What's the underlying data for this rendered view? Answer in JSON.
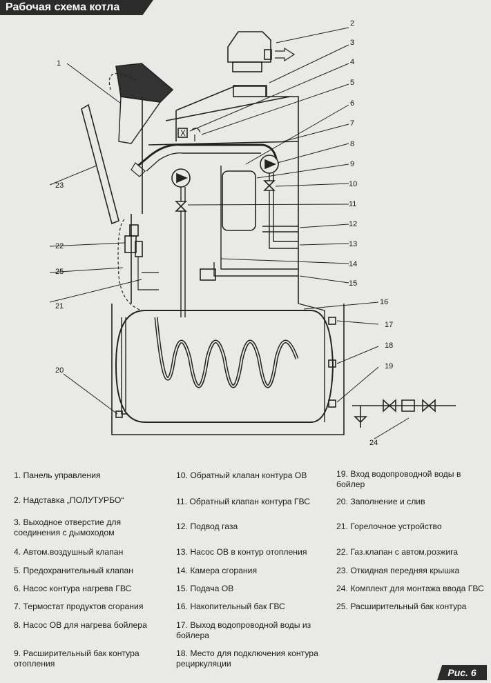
{
  "header": {
    "title": "Рабочая схема котла"
  },
  "figure_label": "Рис. 6",
  "callouts": [
    "1",
    "2",
    "3",
    "4",
    "5",
    "6",
    "7",
    "8",
    "9",
    "10",
    "11",
    "12",
    "13",
    "14",
    "15",
    "16",
    "17",
    "18",
    "19",
    "20",
    "21",
    "22",
    "23",
    "24",
    "25"
  ],
  "legend": {
    "col1": [
      "1. Панель управления",
      "2. Надставка „ПОЛУТУРБО“",
      "3. Выходное отверстие для соединения с дымоходом",
      "4. Автом.воздушный клапан",
      "5. Предохранительный клапан",
      "6. Насос контура нагрева ГВС",
      "7. Термостат продуктов сгорания",
      "8. Насос ОВ для нагрева бойлера",
      "9. Расширительный бак контура отопления"
    ],
    "col2": [
      "10. Обратный клапан контура ОВ",
      "11. Обратный клапан контура ГВС",
      "12. Подвод газа",
      "13. Насос ОВ в контур отопления",
      "14. Камера сгорания",
      "15. Подача ОВ",
      "16. Накопительный бак ГВС",
      "17. Выход водопроводной воды из бойлера",
      "18. Место для подключения контура рециркуляции"
    ],
    "col3": [
      "19. Вход водопроводной воды в бойлер",
      "20. Заполнение и слив",
      "21. Горелочное устройство",
      "22. Газ.клапан с автом.розжига",
      "23. Откидная передняя крышка",
      "24. Комплект для монтажа ввода ГВС",
      "25. Расширительный бак контура"
    ]
  }
}
